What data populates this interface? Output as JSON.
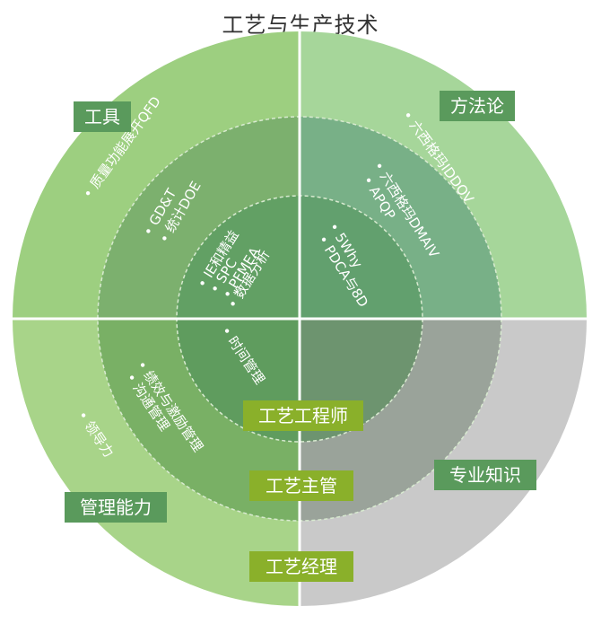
{
  "title": "工艺与生产技术",
  "quadrants": {
    "tools": "工具",
    "methodology": "方法论",
    "management": "管理能力",
    "professional": "专业知识"
  },
  "levels": {
    "engineer": "工艺工程师",
    "supervisor": "工艺主管",
    "manager": "工艺经理"
  },
  "tools_items": {
    "outer": "• 质量功能展开QFD",
    "mid_1": "• GD&T",
    "mid_2": "• 统计DOE",
    "inner_1": "• IE和精益",
    "inner_2": "• SPC",
    "inner_3": "• PFMEA",
    "inner_4": "• 数据分析"
  },
  "methodology_items": {
    "outer": "• 六西格玛IDDOV",
    "mid_1": "• 六西格玛DMAIV",
    "mid_2": "• APQP",
    "inner_1": "• 5Why",
    "inner_2": "• PDCA与8D"
  },
  "management_items": {
    "outer": "• 领导力",
    "mid_1": "• 绩效与激励管理",
    "mid_2": "• 沟通管理",
    "inner_1": "• 时间管理"
  },
  "colors": {
    "tl_outer": "#9dcf80",
    "tr_outer": "#a6d69a",
    "bl_outer": "#a8d489",
    "br_outer": "#c9c9c9",
    "tl_mid": "#7cb06e",
    "tr_mid": "#78b087",
    "bl_mid": "#79b065",
    "br_mid": "#9aa39a",
    "tl_inner": "#62a064",
    "tr_inner": "#62a06e",
    "bl_inner": "#5f9c5e",
    "br_inner": "#6d946f",
    "badge_dark": "#5a9a5c",
    "badge_olive": "#8ab02a"
  }
}
